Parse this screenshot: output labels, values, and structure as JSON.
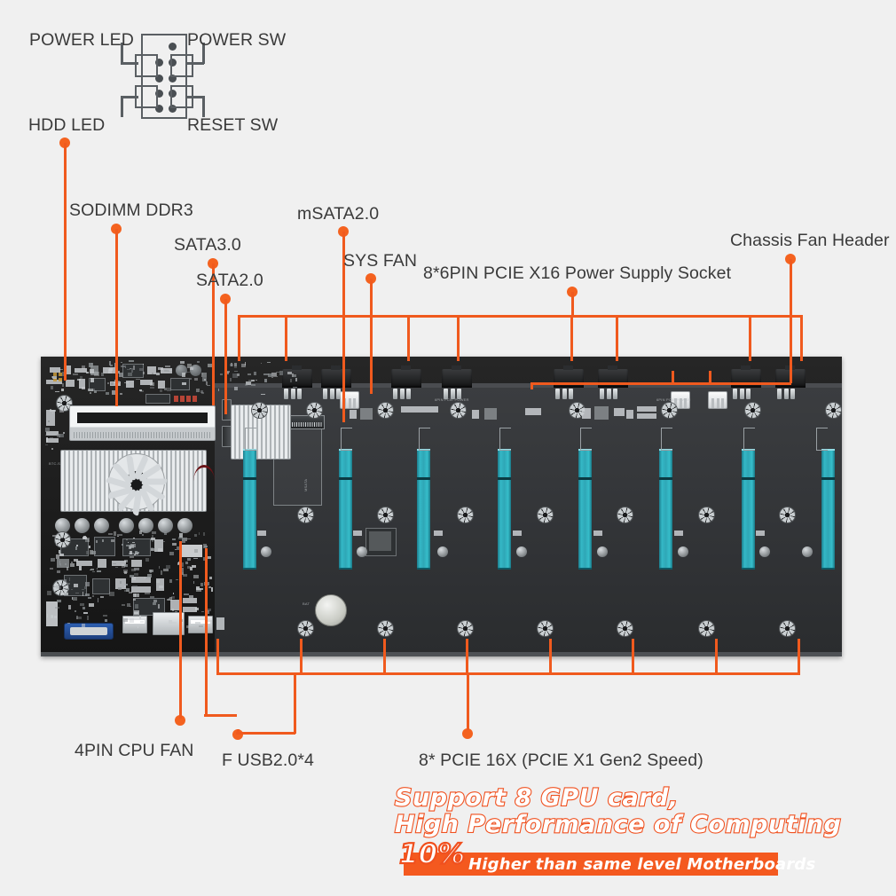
{
  "meta": {
    "background_color": "#f0f0f0",
    "accent_color": "#f4591f",
    "label_text_color": "#3a3a3a",
    "pcie_slot_color": "#2fa7b6",
    "pcb_color": "#1c1c1c"
  },
  "panel_header": {
    "title_power_led": "POWER LED",
    "title_power_sw": "POWER SW",
    "title_hdd_led": "HDD  LED",
    "title_reset_sw": "RESET SW"
  },
  "callouts": [
    {
      "id": "sodimm",
      "label": "SODIMM DDR3"
    },
    {
      "id": "sata30",
      "label": "SATA3.0"
    },
    {
      "id": "sata20",
      "label": "SATA2.0"
    },
    {
      "id": "msata",
      "label": "mSATA2.0"
    },
    {
      "id": "sysfan",
      "label": "SYS FAN"
    },
    {
      "id": "pcie-power",
      "label": "8*6PIN PCIE X16 Power Supply Socket"
    },
    {
      "id": "chassis-fan",
      "label": "Chassis Fan Header"
    },
    {
      "id": "cpu-fan",
      "label": "4PIN CPU FAN"
    },
    {
      "id": "usb",
      "label": "F USB2.0*4"
    },
    {
      "id": "pcie-slots",
      "label": "8* PCIE 16X (PCIE X1 Gen2 Speed)"
    }
  ],
  "promo": {
    "line1": "Support 8 GPU card,",
    "line2": "High Performance of Computing",
    "percent": "10%",
    "tail": "Higher than same level Motherboards"
  },
  "board_silkscreen": {
    "msata_tag": "MSATA",
    "sata_tag": "SATA",
    "fan_tag": "SYS FAN",
    "pcie_power_tag": "6PIN PCIE POWER"
  }
}
